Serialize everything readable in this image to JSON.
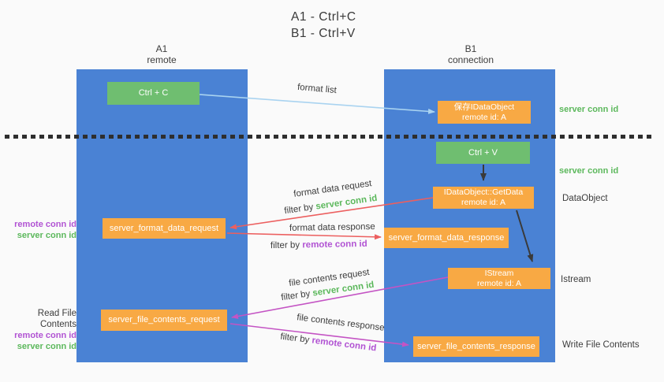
{
  "title": {
    "line1": "A1 - Ctrl+C",
    "line2": "B1 - Ctrl+V"
  },
  "lanes": {
    "left": {
      "name": "A1",
      "subtitle": "remote"
    },
    "right": {
      "name": "B1",
      "subtitle": "connection"
    }
  },
  "nodes": {
    "ctrl_c": "Ctrl + C",
    "ctrl_v": "Ctrl + V",
    "save_idataobject": {
      "line1": "保存IDataObject",
      "line2": "remote id: A"
    },
    "getdata": {
      "line1": "IDataObject::GetData",
      "line2": "remote id: A"
    },
    "istream": {
      "line1": "IStream",
      "line2": "remote id: A"
    },
    "format_request": "server_format_data_request",
    "format_response": "server_format_data_response",
    "file_request": "server_file_contents_request",
    "file_response": "server_file_contents_response"
  },
  "labels": {
    "format_list": "format list",
    "format_data_request": "format data request",
    "format_data_response": "format data response",
    "file_contents_request": "file contents request",
    "file_contents_response": "file contents response",
    "filter_by": "filter by",
    "server_conn_id": "server conn id",
    "remote_conn_id": "remote conn id",
    "dataobject": "DataObject",
    "istream": "Istream",
    "read_file_contents": "Read File Contents",
    "write_file_contents": "Write File Contents"
  },
  "colors": {
    "lane_blue": "#4a82d4",
    "box_green": "#6fbe70",
    "box_orange": "#f8a944",
    "text_green": "#5cb85c",
    "text_purple": "#b153d3",
    "arrow_red": "#ec5f5f",
    "arrow_magenta": "#c454c4",
    "arrow_blue": "#a9d3f0",
    "arrow_black": "#3a3a3a",
    "text_dark": "#3f3f3f",
    "background": "#fafafa"
  }
}
